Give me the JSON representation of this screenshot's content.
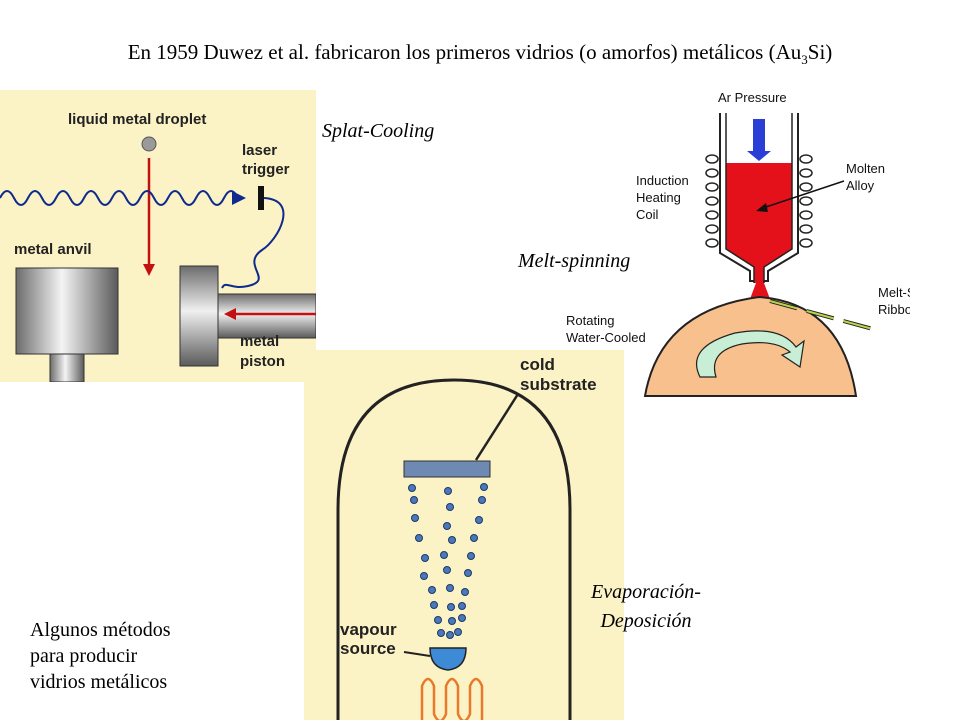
{
  "title": {
    "main": "En 1959 Duwez et al. fabricaron los primeros vidrios (o amorfos) metálicos (Au",
    "sub": "3",
    "end": "Si)"
  },
  "captions": {
    "splat": "Splat-Cooling",
    "melt": "Melt-spinning",
    "evap_line1": "Evaporación-",
    "evap_line2": "Deposición"
  },
  "splat_diagram": {
    "droplet": "liquid metal droplet",
    "laser_1": "laser",
    "laser_2": "trigger",
    "anvil": "metal anvil",
    "piston_1": "metal",
    "piston_2": "piston"
  },
  "melt_diagram": {
    "pressure": "Ar Pressure",
    "coil_1": "Induction",
    "coil_2": "Heating",
    "coil_3": "Coil",
    "alloy_1": "Molten",
    "alloy_2": "Alloy",
    "ribbon_1": "Melt-Spun",
    "ribbon_2": "Ribbon",
    "wheel_1": "Rotating",
    "wheel_2": "Water-Cooled"
  },
  "evap_diagram": {
    "substrate_1": "cold",
    "substrate_2": "substrate",
    "source_1": "vapour",
    "source_2": "source"
  },
  "bottom_note": {
    "line1": "Algunos métodos",
    "line2": "para producir",
    "line3": "vidrios metálicos"
  },
  "colors": {
    "panel_bg": "#fbf2c6",
    "red": "#e4101a",
    "wheel": "#f7c08c",
    "arrow_blue": "#2a3fd6",
    "droplet_blue": "#4a78b8",
    "coil_orange": "#e87a2a"
  }
}
